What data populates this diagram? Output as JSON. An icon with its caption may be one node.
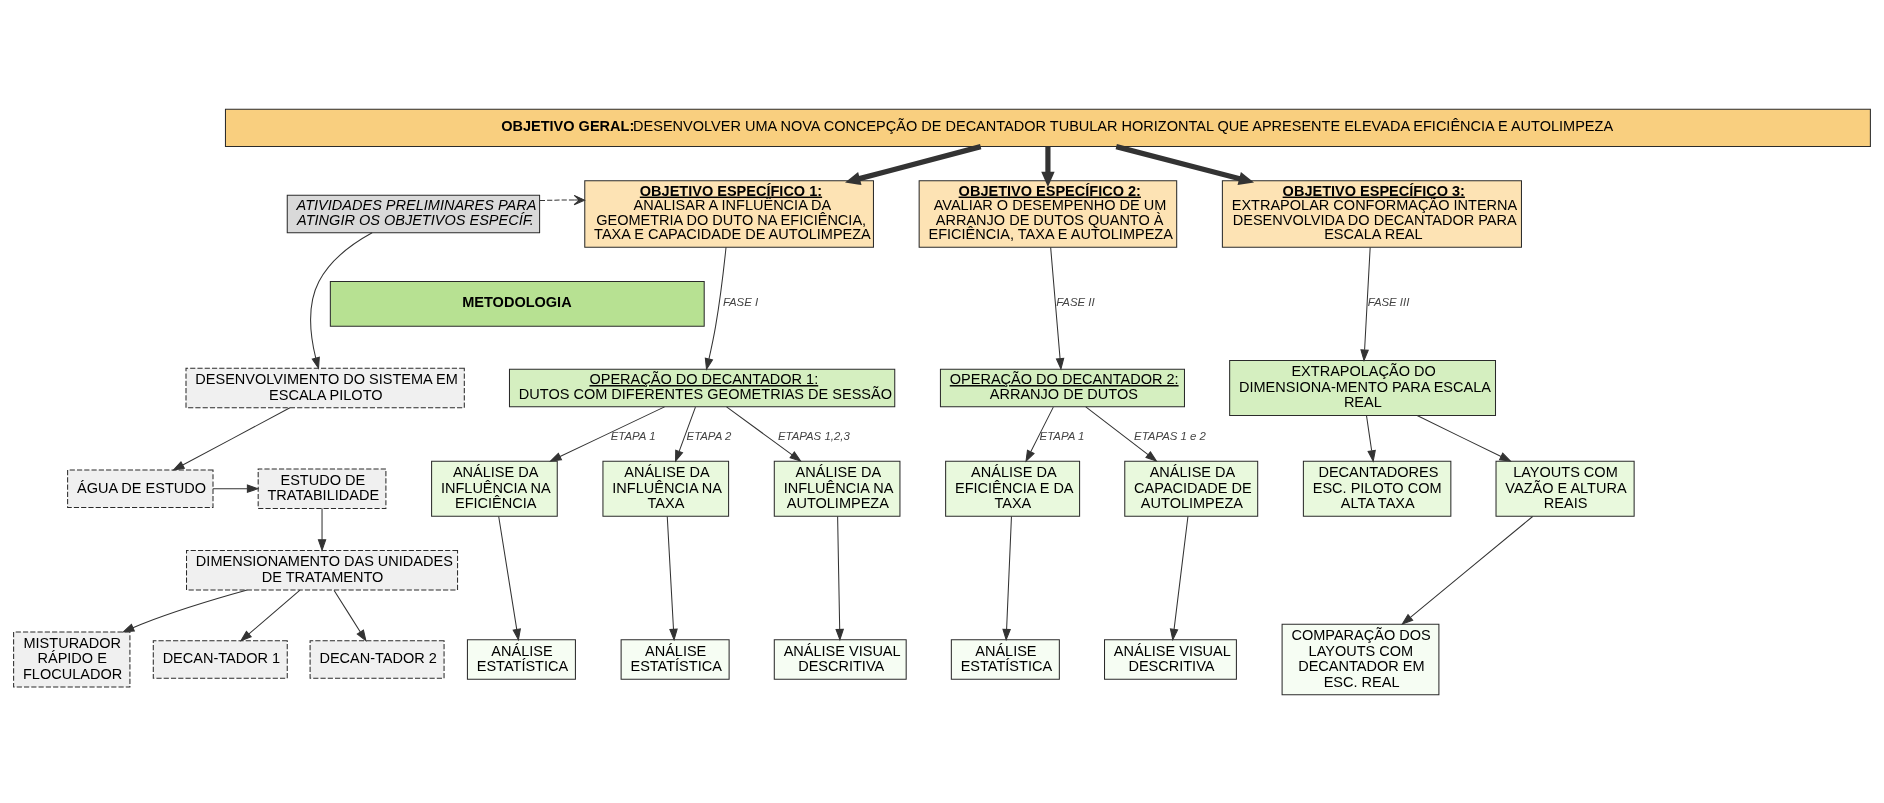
{
  "diagram": {
    "nodes": [
      {
        "text": [
          "OBJETIVO GERAL:",
          "DESENVOLVER UMA NOVA CONCEPÇÃO DE DECANTADOR TUBULAR HORIZONTAL QUE APRESENTE ELEVADA EFICIÊNCIA E AUTOLIMPEZA"
        ]
      },
      {
        "text": [
          "ATIVIDADES PRELIMINARES PARA ATINGIR OS OBJETIVOS ESPECÍF."
        ]
      },
      {
        "text": [
          "OBJETIVO ESPECÍFICO 1:",
          "ANALISAR A INFLUÊNCIA DA GEOMETRIA DO DUTO NA EFICIÊNCIA, TAXA E CAPACIDADE DE AUTOLIMPEZA"
        ]
      },
      {
        "text": [
          "OBJETIVO ESPECÍFICO 2:",
          "AVALIAR O DESEMPENHO DE UM ARRANJO DE DUTOS QUANTO À EFICIÊNCIA, TAXA E AUTOLIMPEZA"
        ]
      },
      {
        "text": [
          "OBJETIVO ESPECÍFICO 3:",
          "EXTRAPOLAR CONFORMAÇÃO INTERNA DESENVOLVIDA DO DECANTADOR PARA ESCALA REAL"
        ]
      },
      {
        "text": [
          "METODOLOGIA"
        ]
      },
      {
        "text": [
          "DESENVOLVIMENTO DO SISTEMA EM ESCALA PILOTO"
        ]
      },
      {
        "text": [
          "ÁGUA DE ESTUDO"
        ]
      },
      {
        "text": [
          "ESTUDO DE TRATABILIDADE"
        ]
      },
      {
        "text": [
          "DIMENSIONAMENTO DAS UNIDADES DE TRATAMENTO"
        ]
      },
      {
        "text": [
          "MISTURADOR RÁPIDO E FLOCULADOR"
        ]
      },
      {
        "text": [
          "DECAN-TADOR 1"
        ]
      },
      {
        "text": [
          "DECAN-TADOR 2"
        ]
      },
      {
        "text": [
          "OPERAÇÃO DO DECANTADOR 1:",
          "DUTOS COM DIFERENTES GEOMETRIAS DE SESSÃO"
        ]
      },
      {
        "text": [
          "OPERAÇÃO DO DECANTADOR 2:",
          "ARRANJO DE DUTOS"
        ]
      },
      {
        "text": [
          "EXTRAPOLAÇÃO DO DIMENSIONA-MENTO PARA ESCALA REAL"
        ]
      },
      {
        "text": [
          "ANÁLISE DA INFLUÊNCIA NA EFICIÊNCIA"
        ]
      },
      {
        "text": [
          "ANÁLISE DA INFLUÊNCIA NA TAXA"
        ]
      },
      {
        "text": [
          "ANÁLISE DA INFLUÊNCIA NA AUTOLIMPEZA"
        ]
      },
      {
        "text": [
          "ANÁLISE DA EFICIÊNCIA E DA TAXA"
        ]
      },
      {
        "text": [
          "ANÁLISE DA CAPACIDADE DE AUTOLIMPEZA"
        ]
      },
      {
        "text": [
          "DECANTADORES ESC. PILOTO COM ALTA TAXA"
        ]
      },
      {
        "text": [
          "LAYOUTS COM VAZÃO E ALTURA REAIS"
        ]
      },
      {
        "text": [
          "ANÁLISE ESTATÍSTICA"
        ]
      },
      {
        "text": [
          "ANÁLISE ESTATÍSTICA"
        ]
      },
      {
        "text": [
          "ANÁLISE VISUAL DESCRITIVA"
        ]
      },
      {
        "text": [
          "ANÁLISE ESTATÍSTICA"
        ]
      },
      {
        "text": [
          "ANÁLISE VISUAL DESCRITIVA"
        ]
      },
      {
        "text": [
          "COMPARAÇÃO DOS LAYOUTS COM DECANTADOR EM ESC. REAL"
        ]
      }
    ],
    "edges": [
      {
        "from": 0,
        "to": 2,
        "arrow": "to",
        "style": "thick"
      },
      {
        "from": 0,
        "to": 3,
        "arrow": "to",
        "style": "thick"
      },
      {
        "from": 0,
        "to": 4,
        "arrow": "to",
        "style": "thick"
      },
      {
        "from": 1,
        "to": 2,
        "arrow": "to",
        "style": "dashed"
      },
      {
        "from": 1,
        "to": 6,
        "arrow": "to"
      },
      {
        "from": 2,
        "to": 13,
        "arrow": "to",
        "label": "FASE I"
      },
      {
        "from": 3,
        "to": 14,
        "arrow": "to",
        "label": "FASE II"
      },
      {
        "from": 4,
        "to": 15,
        "arrow": "to",
        "label": "FASE III"
      },
      {
        "from": 6,
        "to": 7,
        "arrow": "to"
      },
      {
        "from": 7,
        "to": 8,
        "arrow": "to"
      },
      {
        "from": 8,
        "to": 9,
        "arrow": "to"
      },
      {
        "from": 9,
        "to": 10,
        "arrow": "to"
      },
      {
        "from": 9,
        "to": 11,
        "arrow": "to"
      },
      {
        "from": 9,
        "to": 12,
        "arrow": "to"
      },
      {
        "from": 13,
        "to": 16,
        "arrow": "to",
        "label": "ETAPA 1"
      },
      {
        "from": 13,
        "to": 17,
        "arrow": "to",
        "label": "ETAPA 2"
      },
      {
        "from": 13,
        "to": 18,
        "arrow": "to",
        "label": "ETAPAS 1,2,3"
      },
      {
        "from": 14,
        "to": 19,
        "arrow": "to",
        "label": "ETAPA 1"
      },
      {
        "from": 14,
        "to": 20,
        "arrow": "to",
        "label": "ETAPAS 1 e 2"
      },
      {
        "from": 15,
        "to": 21,
        "arrow": "to"
      },
      {
        "from": 15,
        "to": 22,
        "arrow": "to"
      },
      {
        "from": 16,
        "to": 23,
        "arrow": "to"
      },
      {
        "from": 17,
        "to": 24,
        "arrow": "to"
      },
      {
        "from": 18,
        "to": 25,
        "arrow": "to"
      },
      {
        "from": 19,
        "to": 26,
        "arrow": "to"
      },
      {
        "from": 20,
        "to": 27,
        "arrow": "to"
      },
      {
        "from": 22,
        "to": 28,
        "arrow": "to"
      }
    ]
  }
}
